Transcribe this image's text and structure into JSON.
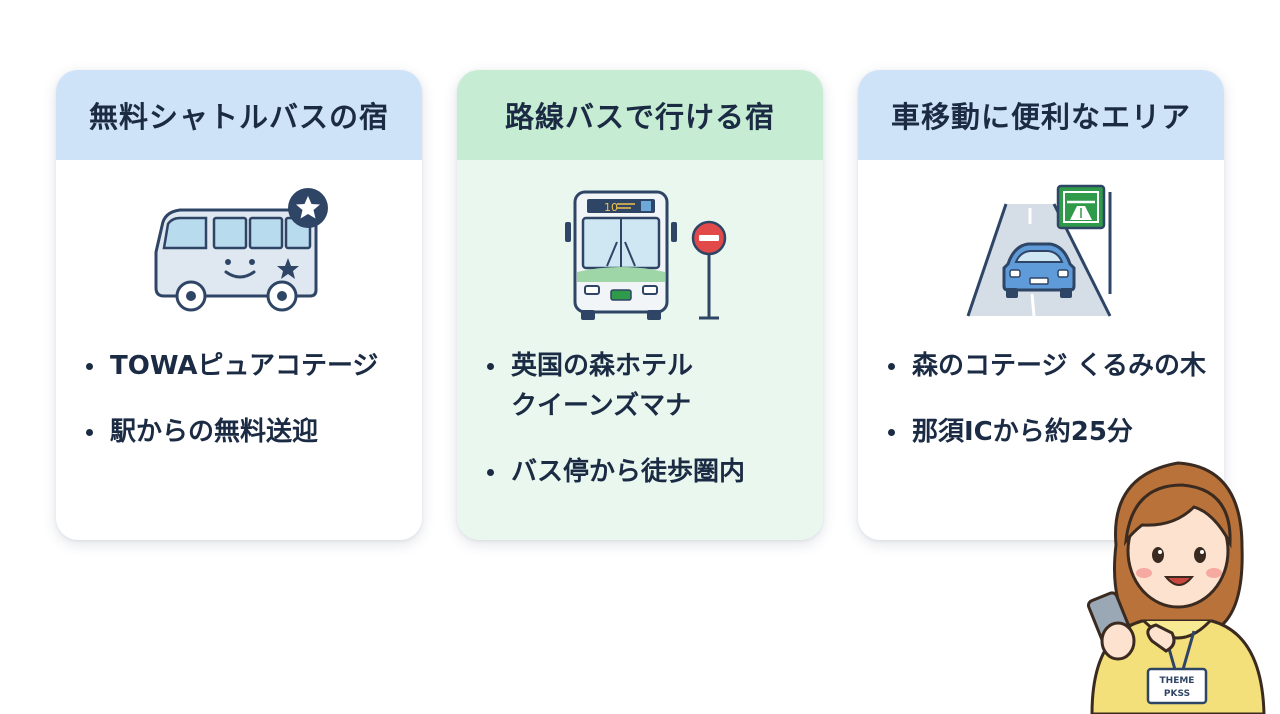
{
  "cards": [
    {
      "title": "無料シャトルバスの宿",
      "illustration": "shuttle-bus-icon",
      "bullets": [
        "TOWAピュアコテージ",
        "駅からの無料送迎"
      ]
    },
    {
      "title": "路線バスで行ける宿",
      "illustration": "route-bus-icon",
      "route_number": "10",
      "bullets": [
        "英国の森ホテル\nクイーンズマナ",
        "バス停から徒歩圏内"
      ]
    },
    {
      "title": "車移動に便利なエリア",
      "illustration": "car-highway-icon",
      "bullets": [
        "森のコテージ くるみの木",
        "那須ICから約25分"
      ]
    }
  ],
  "guide": {
    "badge_line1": "THEME",
    "badge_line2": "PKSS"
  },
  "colors": {
    "header_blue": "#cfe3f8",
    "header_green": "#c6ecd3",
    "card_green_bg": "#e9f7ef",
    "text_navy": "#1c2b44",
    "highway_sign_green": "#2f9a4a",
    "stop_red": "#e24a4a"
  }
}
